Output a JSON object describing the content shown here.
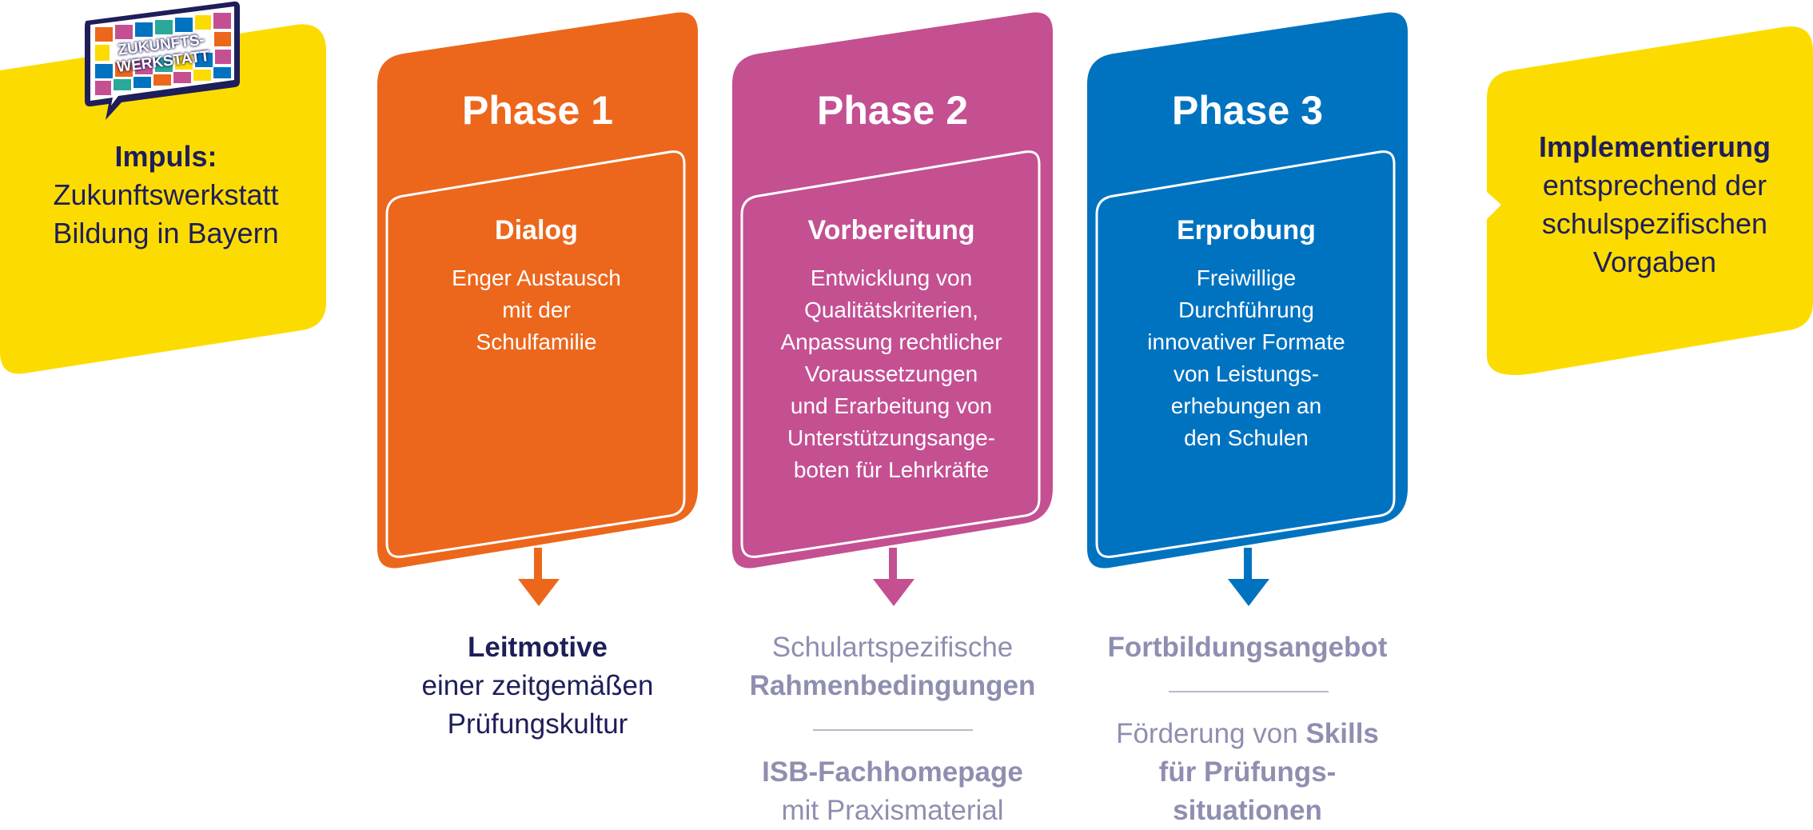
{
  "colors": {
    "yellow": "#fcdc00",
    "orange": "#ec671c",
    "magenta": "#c45092",
    "blue": "#0073c0",
    "navy": "#1e1e5a",
    "gray": "#8e8fb0"
  },
  "logo": {
    "line1": "ZUKUNFTS-",
    "line2": "WERKSTATT"
  },
  "impulse": {
    "bold": "Impuls:",
    "line1": "Zukunftswerkstatt",
    "line2": "Bildung in Bayern"
  },
  "phases": [
    {
      "title": "Phase 1",
      "heading": "Dialog",
      "body": [
        "Enger Austausch",
        "mit der",
        "Schulfamilie"
      ]
    },
    {
      "title": "Phase 2",
      "heading": "Vorbereitung",
      "body": [
        "Entwicklung von",
        "Qualitätskriterien,",
        "Anpassung rechtlicher",
        "Voraussetzungen",
        "und Erarbeitung von",
        "Unterstützungsange-",
        "boten für Lehrkräfte"
      ]
    },
    {
      "title": "Phase 3",
      "heading": "Erprobung",
      "body": [
        "Freiwillige",
        "Durchführung",
        "innovativer Formate",
        "von Leistungs-",
        "erhebungen an",
        "den Schulen"
      ]
    }
  ],
  "outcomes": {
    "phase1": {
      "bold": "Leitmotive",
      "line2": "einer zeitgemäßen",
      "line3": "Prüfungskultur"
    },
    "phase2": {
      "a_line1": "Schulartspezifische",
      "a_bold": "Rahmenbedingungen",
      "b_bold": "ISB-Fachhomepage",
      "b_line2": "mit Praxismaterial"
    },
    "phase3": {
      "a_bold": "Fortbildungsangebot",
      "b_pre": "Förderung von ",
      "b_bold1": "Skills",
      "b_bold2": "für Prüfungs-",
      "b_bold3": "situationen"
    }
  },
  "implementation": {
    "bold": "Implementierung",
    "line1": "entsprechend der",
    "line2": "schulspezifischen",
    "line3": "Vorgaben"
  }
}
